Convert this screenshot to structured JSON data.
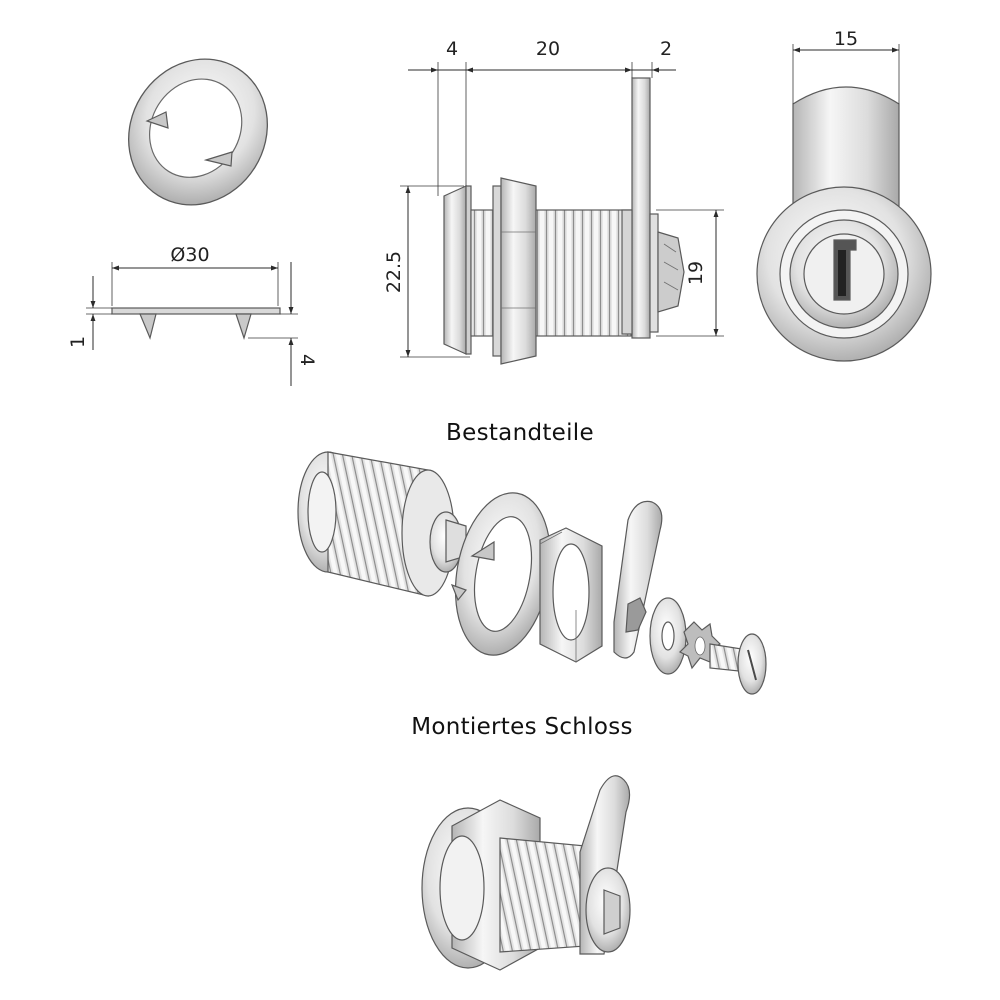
{
  "dimensions": {
    "washer_diameter": "Ø30",
    "washer_thickness": "1",
    "washer_prong": "4",
    "front_collar": "4",
    "body_length": "20",
    "cam_thickness": "2",
    "flange_height": "22.5",
    "body_height": "19",
    "cam_width": "15"
  },
  "captions": {
    "components": "Bestandteile",
    "assembled": "Montiertes Schloss"
  },
  "colors": {
    "metal_light": "#f2f2f2",
    "metal_mid": "#d2d2d2",
    "metal_dark": "#9a9a9a",
    "outline": "#5a5a5a",
    "dimension": "#2b2b2b"
  }
}
